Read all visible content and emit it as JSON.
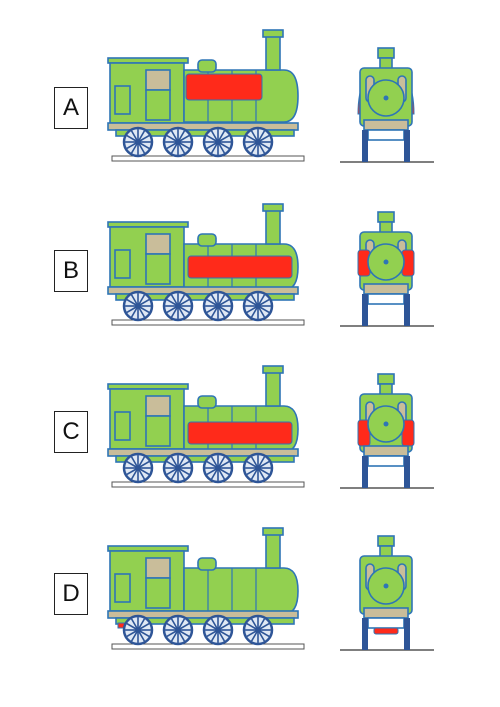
{
  "options": [
    {
      "label": "A",
      "highlight": "top"
    },
    {
      "label": "B",
      "highlight": "mid"
    },
    {
      "label": "C",
      "highlight": "lower"
    },
    {
      "label": "D",
      "highlight": "bottom"
    }
  ],
  "colors": {
    "body": "#92d050",
    "outline": "#2e75b6",
    "wheel": "#2e5597",
    "highlight": "#ff2a1a",
    "cab_window": "#c9bd9a",
    "frame": "#c9bd9a",
    "rail": "#ffffff"
  }
}
